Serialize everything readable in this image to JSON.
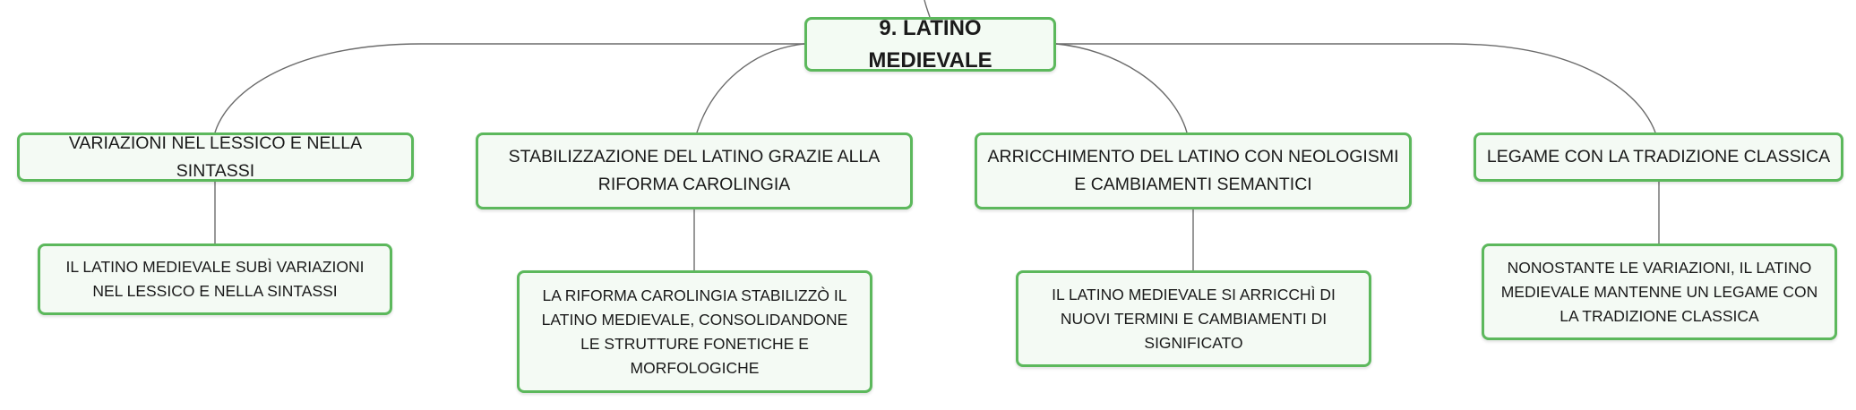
{
  "diagram": {
    "root": {
      "label": "9. LATINO MEDIEVALE"
    },
    "branches": [
      {
        "label": "VARIAZIONI NEL LESSICO E NELLA SINTASSI",
        "detail": "IL LATINO MEDIEVALE SUBÌ VARIAZIONI NEL LESSICO E NELLA SINTASSI"
      },
      {
        "label": "STABILIZZAZIONE DEL LATINO GRAZIE ALLA RIFORMA CAROLINGIA",
        "detail": "LA RIFORMA CAROLINGIA STABILIZZÒ IL LATINO MEDIEVALE, CONSOLIDANDONE LE STRUTTURE FONETICHE E MORFOLOGICHE"
      },
      {
        "label": "ARRICCHIMENTO DEL LATINO CON NEOLOGISMI E CAMBIAMENTI SEMANTICI",
        "detail": "IL LATINO MEDIEVALE SI ARRICCHÌ DI NUOVI TERMINI E CAMBIAMENTI DI SIGNIFICATO"
      },
      {
        "label": "LEGAME CON LA TRADIZIONE CLASSICA",
        "detail": "NONOSTANTE LE VARIAZIONI, IL LATINO MEDIEVALE MANTENNE UN LEGAME CON LA TRADIZIONE CLASSICA"
      }
    ]
  },
  "colors": {
    "node_border": "#5cb85c",
    "node_fill": "#f4faf4",
    "connector": "#6b6b6b"
  }
}
